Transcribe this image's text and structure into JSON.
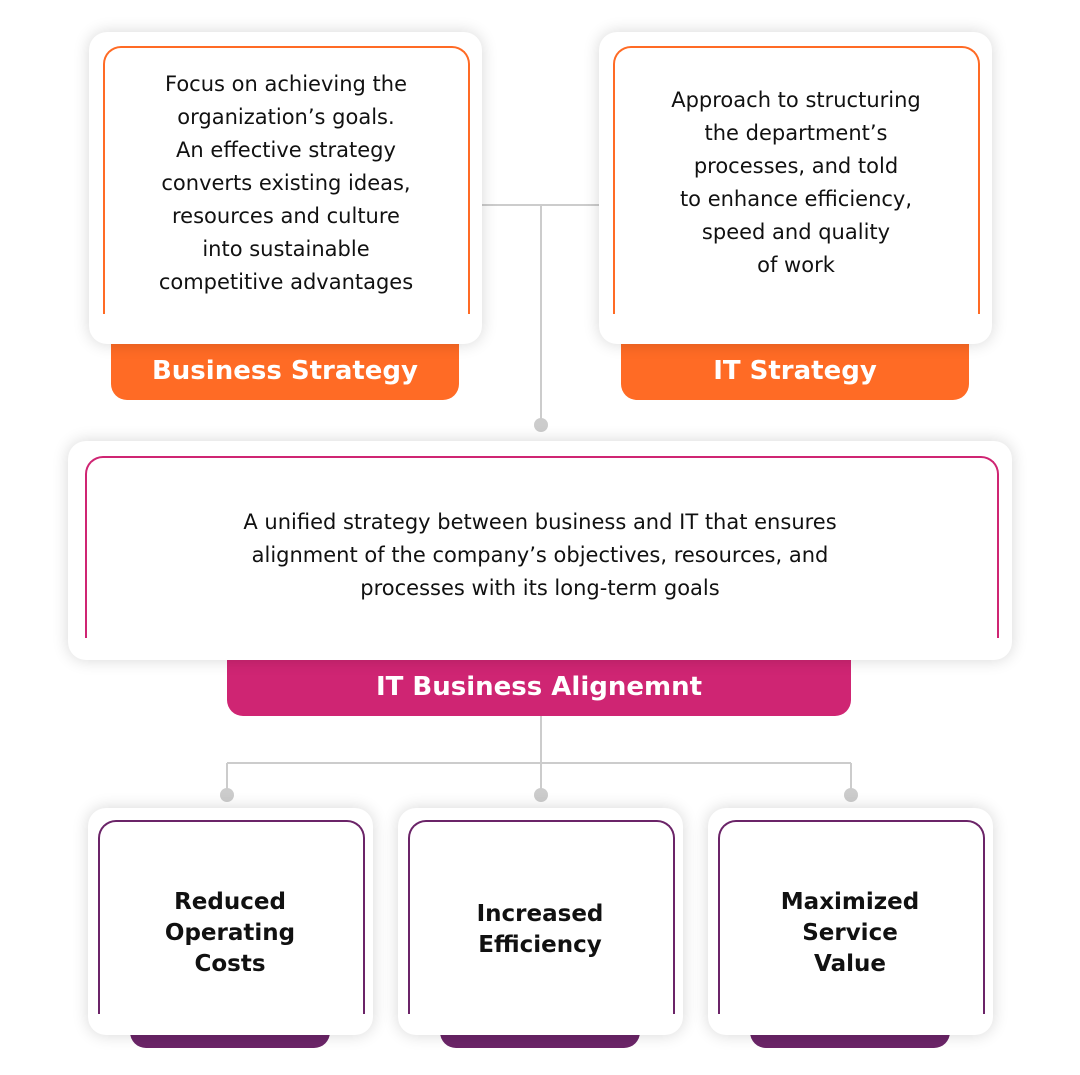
{
  "colors": {
    "orange": "#ff6b25",
    "magenta": "#cf2573",
    "purple": "#6b2468",
    "connector": "#cccccc"
  },
  "top_boxes": [
    {
      "title": "Business Strategy",
      "description": "Focus on achieving the\norganization’s goals.\nAn effective strategy\nconverts existing ideas,\nresources and culture\ninto sustainable\ncompetitive advantages"
    },
    {
      "title": "IT Strategy",
      "description": "Approach to structuring\nthe department’s\nprocesses, and told\nto enhance efficiency,\nspeed and quality\nof work"
    }
  ],
  "alignment": {
    "title": "IT Business Alignemnt",
    "description": "A unified strategy between business and IT that ensures\nalignment of the company’s objectives, resources, and\nprocesses with its long-term goals"
  },
  "outcomes": [
    {
      "label": "Reduced\nOperating\nCosts"
    },
    {
      "label": "Increased\nEfficiency"
    },
    {
      "label": "Maximized\nService\nValue"
    }
  ]
}
